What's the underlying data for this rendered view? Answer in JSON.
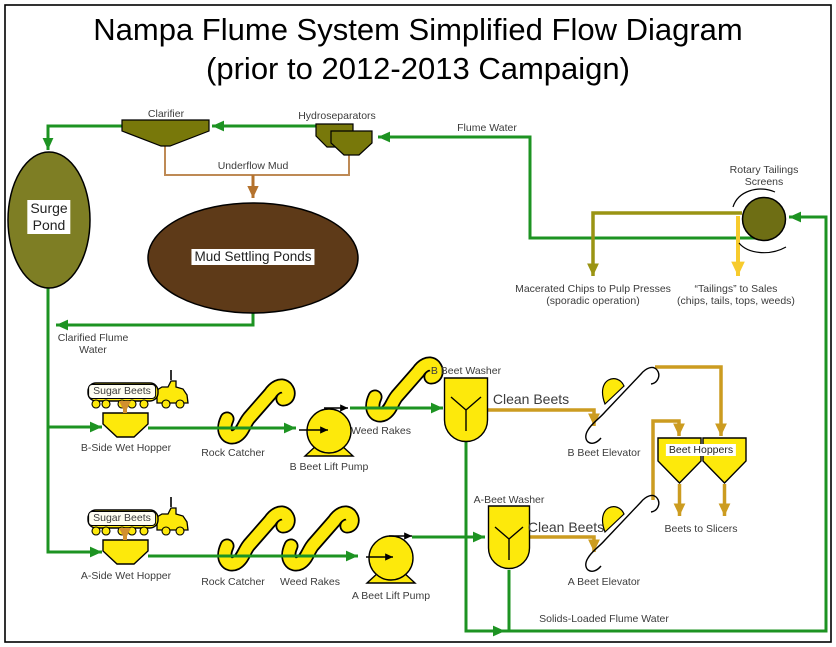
{
  "title": {
    "line1": "Nampa Flume System Simplified Flow Diagram",
    "line2": "(prior to 2012-2013 Campaign)"
  },
  "colors": {
    "green": "#1D9322",
    "gold": "#CC9C20",
    "yellow-line": "#F7CB2D",
    "olive-line": "#9A9413",
    "tan": "#BE8A55",
    "brown-arrow": "#B4722D",
    "truck-arrow": "#D2902F",
    "olive-fill": "#78780A",
    "circle-fill": "#6E6E14",
    "pond-fill": "#7E7E24",
    "mud-fill": "#5E3A18",
    "shape-yellow": "#FDE90B",
    "label-text": "#3C3C3C"
  },
  "nodes": {
    "clarifier": "Clarifier",
    "hydroseparators": "Hydroseparators",
    "surge_pond": {
      "line1": "Surge",
      "line2": "Pond"
    },
    "mud_ponds": "Mud Settling Ponds",
    "rotary": {
      "line1": "Rotary Tailings",
      "line2": "Screens"
    },
    "beet_hoppers": "Beet Hoppers"
  },
  "streams": {
    "flume_water": "Flume Water",
    "underflow_mud": "Underflow Mud",
    "clarified": {
      "line1": "Clarified Flume",
      "line2": "Water"
    },
    "macerated": {
      "line1": "Macerated Chips to Pulp Presses",
      "line2": "(sporadic operation)"
    },
    "tailings": {
      "line1": "“Tailings” to Sales",
      "line2": "(chips, tails, tops, weeds)"
    },
    "beets_to_slicers": "Beets to Slicers",
    "solids_loaded": "Solids-Loaded Flume Water"
  },
  "b_line": {
    "truck": "Sugar Beets",
    "hopper": "B-Side Wet Hopper",
    "rock_catcher": "Rock Catcher",
    "pump": "B Beet Lift Pump",
    "weed_rakes": "Weed Rakes",
    "washer": "B Beet Washer",
    "clean_beets": "Clean Beets",
    "elevator": "B Beet Elevator"
  },
  "a_line": {
    "truck": "Sugar Beets",
    "hopper": "A-Side Wet Hopper",
    "rock_catcher": "Rock Catcher",
    "weed_rakes": "Weed Rakes",
    "pump": "A Beet Lift Pump",
    "washer": "A-Beet Washer",
    "clean_beets": "Clean Beets",
    "elevator": "A Beet Elevator"
  }
}
